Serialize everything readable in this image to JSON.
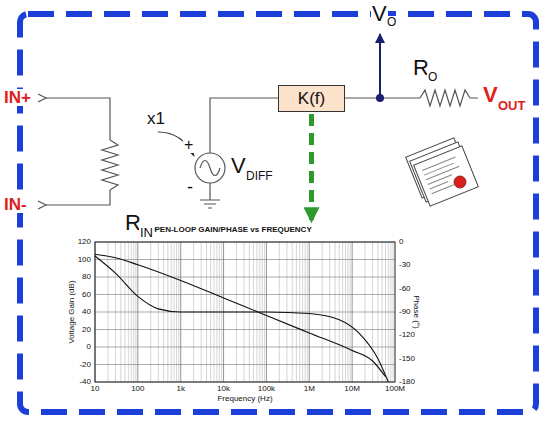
{
  "diagram": {
    "nodes": [
      {
        "text": [
          "K(f)"
        ]
      },
      {
        "text": [
          "OPEN-LOOP GAIN/PHASE vs FREQUENCY"
        ]
      }
    ],
    "edges": [
      {
        "from": 0,
        "to": 1,
        "arrow": "to"
      }
    ],
    "labels": [
      "IN+",
      "IN-",
      "R",
      "IN",
      "x1",
      "+",
      "V",
      "DIFF",
      "-",
      "V",
      "O",
      "R",
      "O",
      "V",
      "OUT",
      "120",
      "100",
      "80",
      "60",
      "40",
      "20",
      "0",
      "-20",
      "-40",
      "0",
      "-30",
      "-60",
      "-90",
      "-120",
      "-150",
      "-180",
      "10",
      "100",
      "1k",
      "10k",
      "100k",
      "1M",
      "10M",
      "100M",
      "Voltage Gain (dB)",
      "Phase (°)",
      "Frequency (Hz)"
    ]
  }
}
